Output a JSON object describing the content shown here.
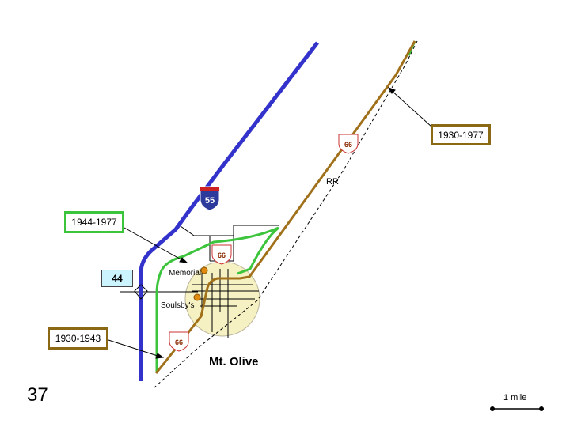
{
  "map": {
    "town_name": "Mt. Olive",
    "page_number": "37",
    "railroad_label": "RR",
    "interstate_shield": "55",
    "state_route_label": "44",
    "us_route_number": "66",
    "scale_label": "1 mile",
    "landmarks": {
      "memorial": "Memorial",
      "soulsbys": "Soulsby's"
    },
    "callouts": {
      "alignment_1930_1977": "1930-1977",
      "alignment_1944_1977": "1944-1977",
      "alignment_1930_1943": "1930-1943"
    },
    "colors": {
      "interstate": "#3333cc",
      "route66_1930_1977": "#a0701a",
      "route66_1944_1977": "#3cc43c",
      "town_circle": "#f6f1c2",
      "landmark_dot": "#e08a10",
      "interstate_shield_red": "#cc2222",
      "route44_box": "#ccf4ff"
    }
  }
}
